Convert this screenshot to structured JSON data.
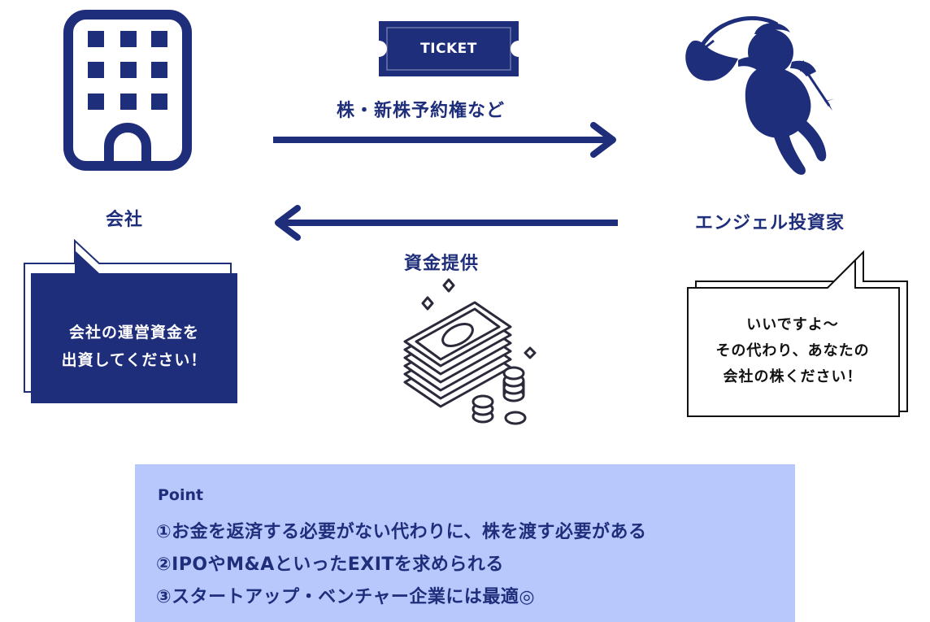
{
  "company": {
    "label": "会社",
    "icon": "building-icon"
  },
  "investor": {
    "label": "エンジェル投資家",
    "icon": "cupid-icon"
  },
  "ticket": {
    "text": "TICKET",
    "icon": "ticket-icon"
  },
  "flows": {
    "stock_label": "株・新株予約権など",
    "funding_label": "資金提供",
    "money_icon": "money-stack-icon"
  },
  "bubbles": {
    "company_lines": [
      "会社の運営資金を",
      "出資してください！"
    ],
    "investor_lines": [
      "いいですよ～",
      "その代わり、あなたの",
      "会社の株ください！"
    ]
  },
  "point": {
    "title": "Point",
    "items": [
      "①お金を返済する必要がない代わりに、株を渡す必要がある",
      "②IPOやM&AといったEXITを求められる",
      "③スタートアップ・ベンチャー企業には最適◎"
    ]
  },
  "colors": {
    "navy": "#1f2e7a",
    "point_bg": "#b8c8fd",
    "white": "#ffffff"
  }
}
